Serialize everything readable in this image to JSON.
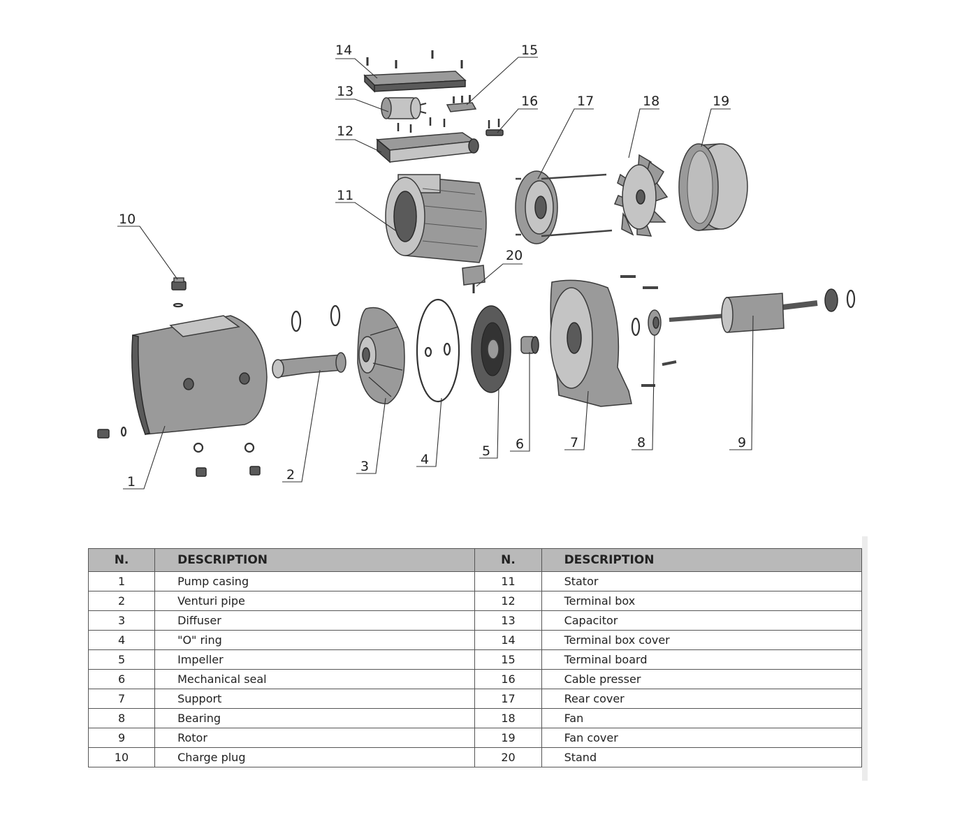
{
  "callouts": [
    "1",
    "2",
    "3",
    "4",
    "5",
    "6",
    "7",
    "8",
    "9",
    "10",
    "11",
    "12",
    "13",
    "14",
    "15",
    "16",
    "17",
    "18",
    "19",
    "20"
  ],
  "table": {
    "headers": {
      "num": "N.",
      "desc": "DESCRIPTION"
    },
    "left": [
      {
        "n": "1",
        "desc": "Pump casing"
      },
      {
        "n": "2",
        "desc": "Venturi pipe"
      },
      {
        "n": "3",
        "desc": "Diffuser"
      },
      {
        "n": "4",
        "desc": "\"O\" ring"
      },
      {
        "n": "5",
        "desc": "Impeller"
      },
      {
        "n": "6",
        "desc": "Mechanical seal"
      },
      {
        "n": "7",
        "desc": "Support"
      },
      {
        "n": "8",
        "desc": "Bearing"
      },
      {
        "n": "9",
        "desc": "Rotor"
      },
      {
        "n": "10",
        "desc": "Charge plug"
      }
    ],
    "right": [
      {
        "n": "11",
        "desc": "Stator"
      },
      {
        "n": "12",
        "desc": "Terminal box"
      },
      {
        "n": "13",
        "desc": "Capacitor"
      },
      {
        "n": "14",
        "desc": "Terminal box cover"
      },
      {
        "n": "15",
        "desc": "Terminal board"
      },
      {
        "n": "16",
        "desc": "Cable presser"
      },
      {
        "n": "17",
        "desc": "Rear cover"
      },
      {
        "n": "18",
        "desc": "Fan"
      },
      {
        "n": "19",
        "desc": "Fan cover"
      },
      {
        "n": "20",
        "desc": "Stand"
      }
    ]
  }
}
